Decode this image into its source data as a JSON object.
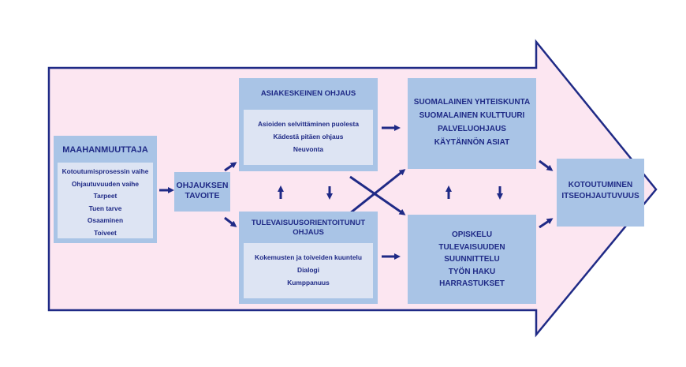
{
  "immigrant": {
    "title": "MAAHANMUUTTAJA",
    "items": [
      "Kotoutumisprosessin vaihe",
      "Ohjautuvuuden vaihe",
      "Tarpeet",
      "Tuen tarve",
      "Osaaminen",
      "Toiveet"
    ]
  },
  "goal": {
    "line1": "OHJAUKSEN",
    "line2": "TAVOITE"
  },
  "client_centered": {
    "title": "ASIAKESKEINEN OHJAUS",
    "items": [
      "Asioiden selvittäminen puolesta",
      "Kädestä pitäen ohjaus",
      "Neuvonta"
    ]
  },
  "future_oriented": {
    "title_line1": "TULEVAISUUSORIENTOITUNUT",
    "title_line2": "OHJAUS",
    "items": [
      "Kokemusten ja toiveiden kuuntelu",
      "Dialogi",
      "Kumppanuus"
    ]
  },
  "society": {
    "items": [
      "SUOMALAINEN YHTEISKUNTA",
      "SUOMALAINEN KULTTUURI",
      "PALVELUOHJAUS",
      "KÄYTÄNNÖN ASIAT"
    ]
  },
  "studies": {
    "items": [
      "OPISKELU",
      "TULEVAISUUDEN",
      "SUUNNITTELU",
      "TYÖN HAKU",
      "HARRASTUKSET"
    ]
  },
  "integration": {
    "line1": "KOTOUTUMINEN",
    "line2": "ITSEOHJAUTUVUUS"
  },
  "colors": {
    "big_arrow_fill": "#fce6f1",
    "big_arrow_stroke": "#1f2a86",
    "box_fill": "#a9c4e6",
    "inner_fill": "#dde4f3",
    "text": "#1f2a86"
  }
}
